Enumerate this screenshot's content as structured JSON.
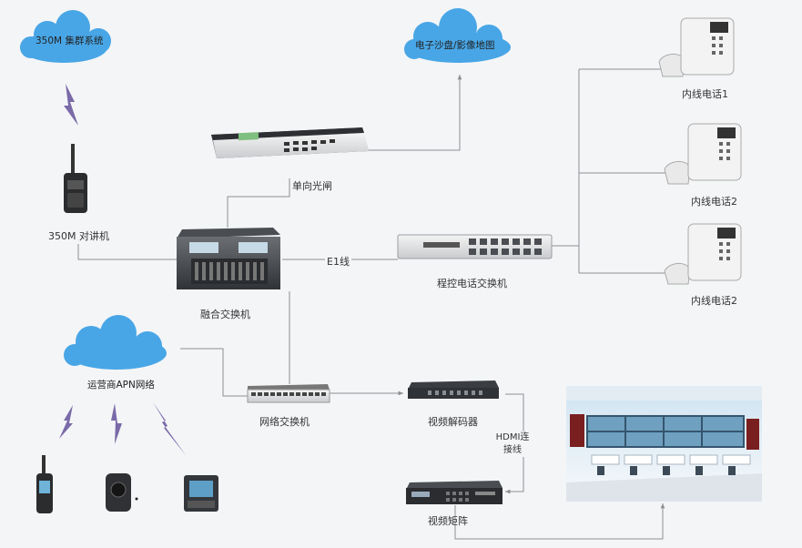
{
  "clouds": {
    "trunk": "350M 集群系统",
    "sandtable": "电子沙盘/影像地图",
    "apn": "运营商APN网络"
  },
  "devices": {
    "walkie": "350M 对讲机",
    "gateway": "单向光闸",
    "fusion_switch": "融合交换机",
    "pbx": "程控电话交换机",
    "phone1": "内线电话1",
    "phone2": "内线电话2",
    "phone3": "内线电话2",
    "network_switch": "网络交换机",
    "video_decoder": "视频解码器",
    "video_matrix": "视频矩阵"
  },
  "links": {
    "e1": "E1线",
    "hdmi": "HDMI连接线"
  },
  "colors": {
    "cloud": "#48a6e6",
    "line": "#8d8f93",
    "lightning": "#7a6aa8",
    "device_dark": "#3a3d42"
  }
}
